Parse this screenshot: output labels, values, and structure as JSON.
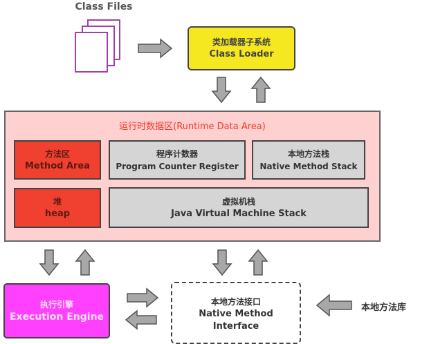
{
  "class_files": {
    "label": "Class Files"
  },
  "class_loader": {
    "cn": "类加载器子系统",
    "en": "Class Loader",
    "color": "#f5e820"
  },
  "runtime_data_area": {
    "title": "运行时数据区(Runtime Data Area)",
    "title_color": "#f03a2a",
    "bg_color": "#ffd0d0",
    "method_area": {
      "cn": "方法区",
      "en": "Method Area"
    },
    "pc_register": {
      "cn": "程序计数器",
      "en": "Program Counter Register"
    },
    "native_method_stack": {
      "cn": "本地方法栈",
      "en": "Native Method Stack"
    },
    "heap": {
      "cn": "堆",
      "en": "heap"
    },
    "jvm_stack": {
      "cn": "虚拟机栈",
      "en": "Java Virtual Machine Stack"
    }
  },
  "execution_engine": {
    "cn": "执行引擎",
    "en": "Execution Engine",
    "color": "#ff40ff"
  },
  "native_interface": {
    "cn": "本地方法接口",
    "en1": "Native Method",
    "en2": "Interface"
  },
  "native_library": {
    "label": "本地方法库"
  }
}
